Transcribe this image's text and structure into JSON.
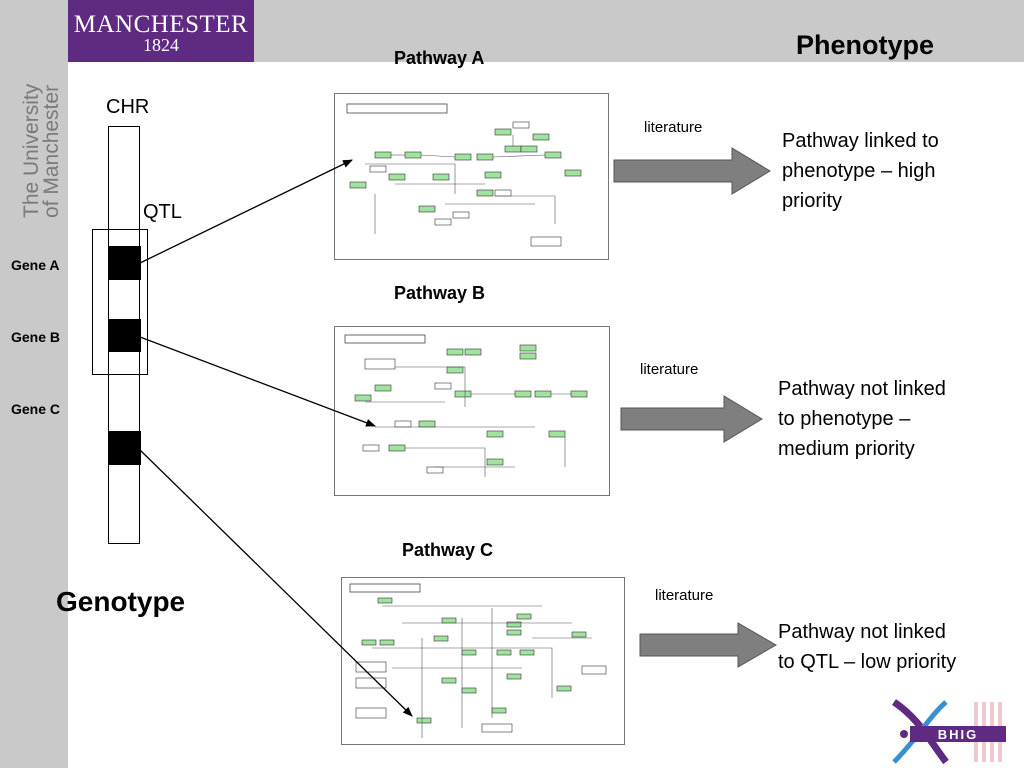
{
  "slide": {
    "logo": {
      "name": "MANCHESTER",
      "year": "1824"
    },
    "university_text_line1": "The University",
    "university_text_line2": "of Manchester",
    "phenotype_title": "Phenotype",
    "genotype_label": "Genotype",
    "chr_label": "CHR",
    "qtl_label": "QTL",
    "genes": [
      "Gene A",
      "Gene B",
      "Gene C"
    ],
    "pathways": [
      {
        "title": "Pathway A",
        "literature": "literature",
        "description": [
          "Pathway linked to",
          "phenotype – high",
          "priority"
        ]
      },
      {
        "title": "Pathway B",
        "literature": "literature",
        "description": [
          "Pathway not linked",
          "to phenotype –",
          "medium priority"
        ]
      },
      {
        "title": "Pathway C",
        "literature": "literature",
        "description": [
          "Pathway not linked",
          "to QTL – low priority"
        ]
      }
    ],
    "bhig_logo_text": "BHIG",
    "colors": {
      "logo_purple": "#5f2a82",
      "band_gray": "#c9c9c9",
      "arrow_gray": "#7f7f7f",
      "pathway_node_green": "#9fe39f"
    }
  }
}
